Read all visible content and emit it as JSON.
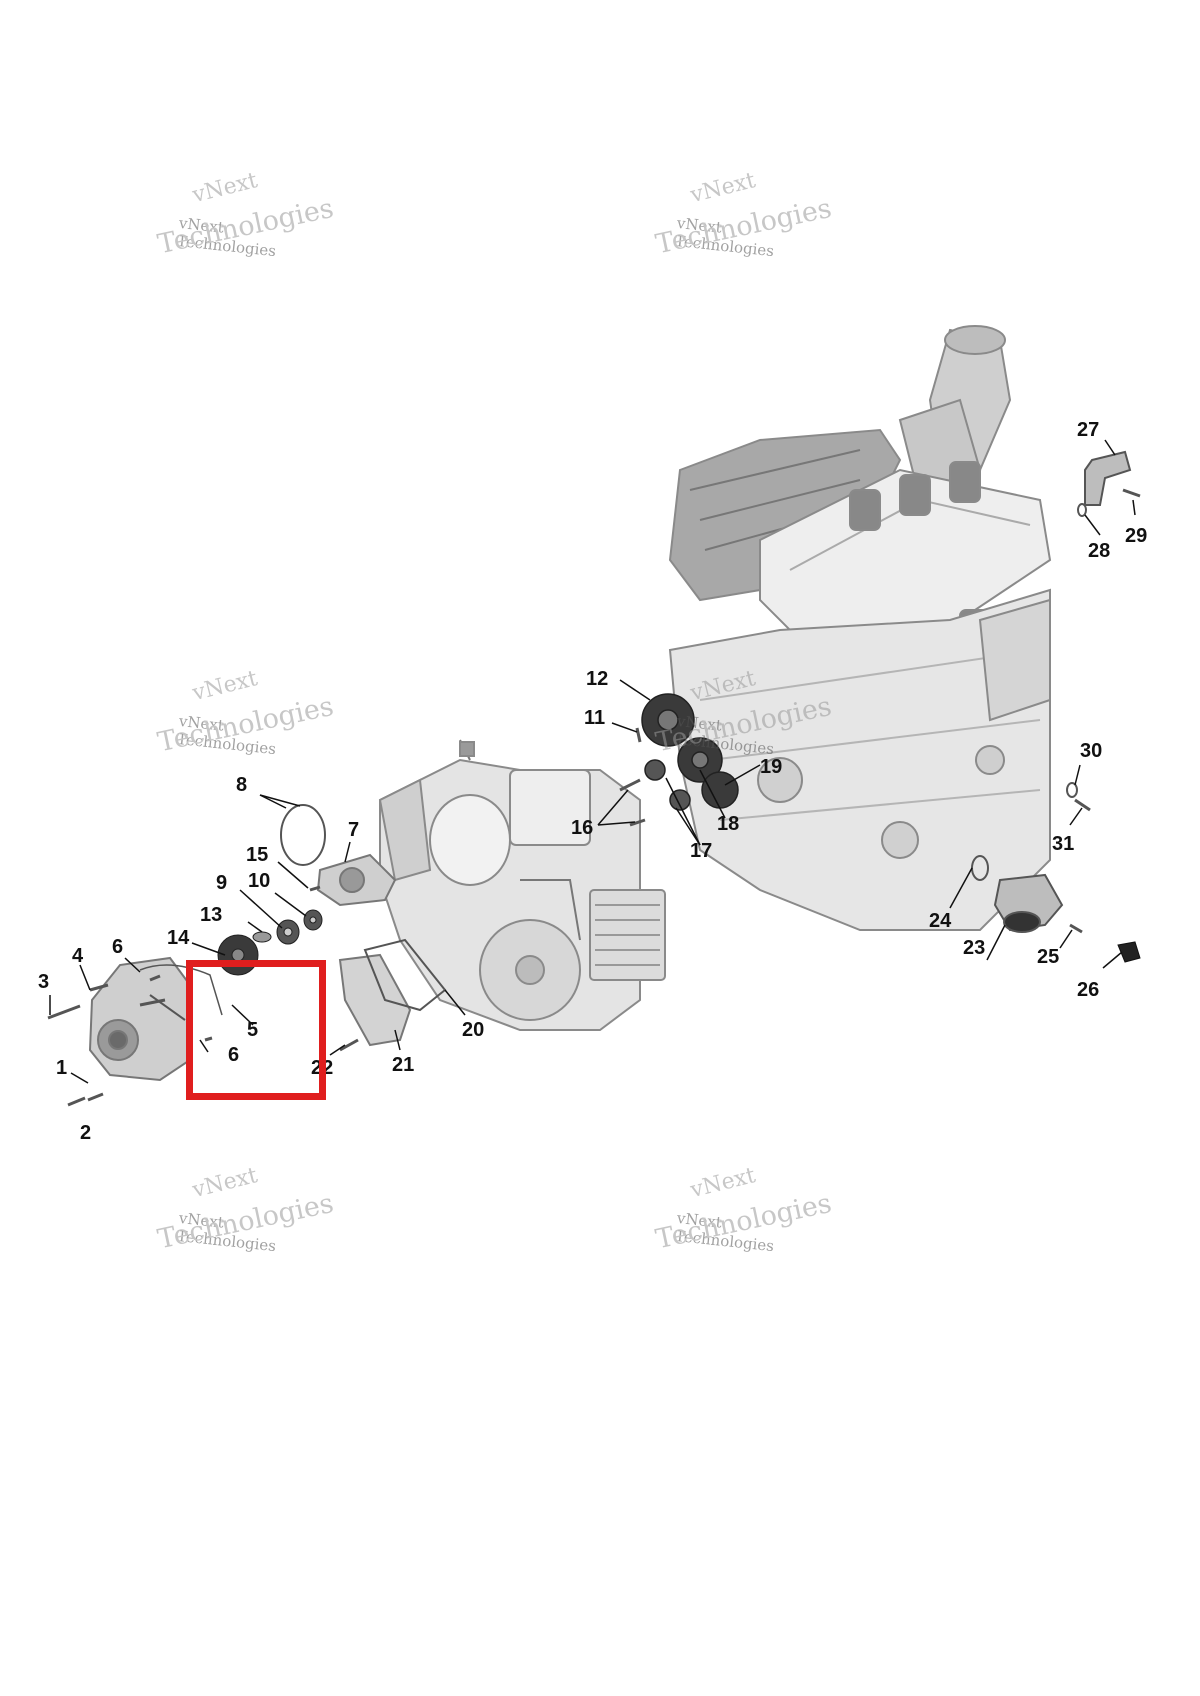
{
  "watermark": {
    "line1": "vNext",
    "line2": "vNext Technologies",
    "line3": "Technologies"
  },
  "callouts": [
    "1",
    "2",
    "3",
    "4",
    "5",
    "6",
    "6",
    "7",
    "8",
    "9",
    "10",
    "11",
    "12",
    "13",
    "14",
    "15",
    "16",
    "17",
    "18",
    "19",
    "20",
    "21",
    "22",
    "23",
    "24",
    "25",
    "26",
    "27",
    "28",
    "29",
    "30",
    "31"
  ],
  "highlight_color": "#e01e1e"
}
